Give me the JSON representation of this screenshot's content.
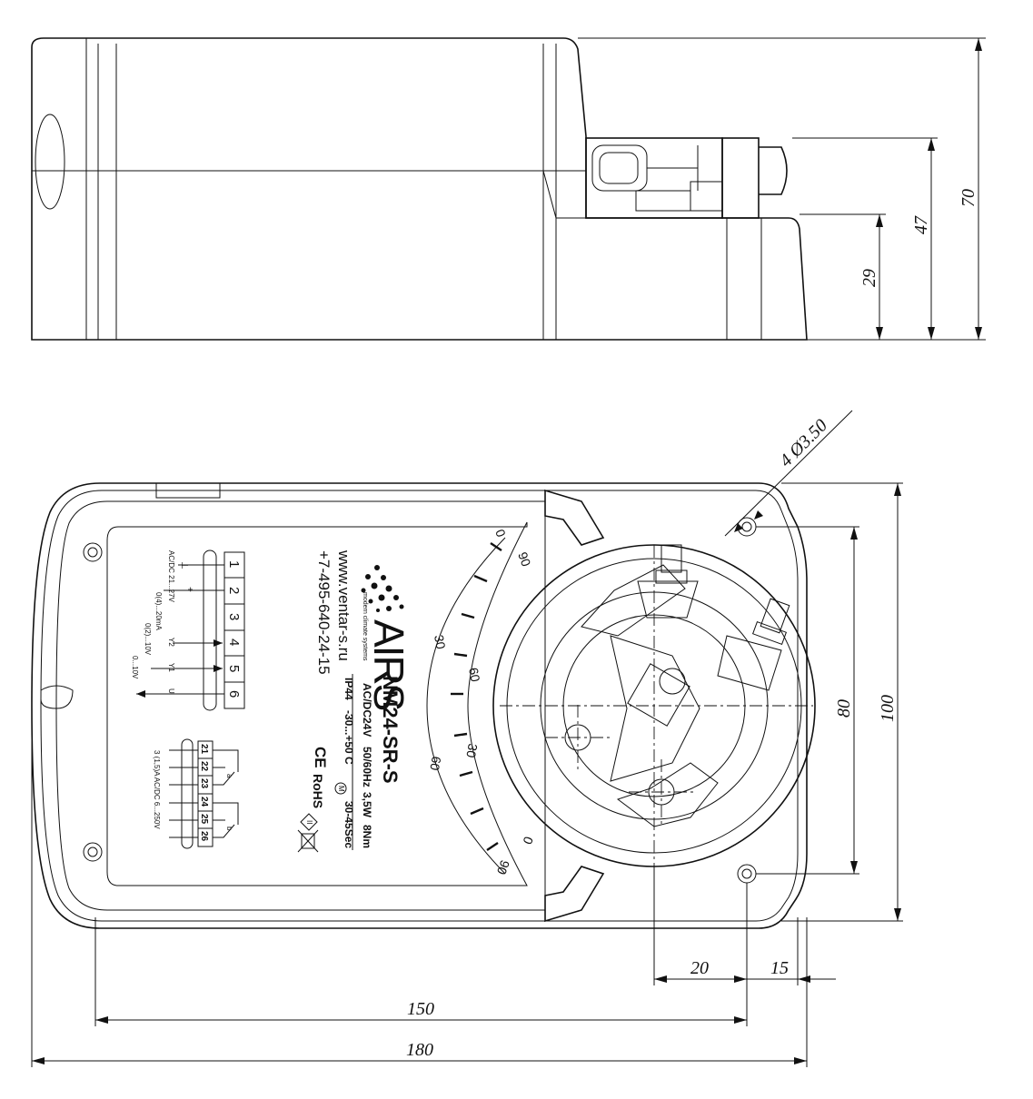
{
  "label": {
    "brand": "AIRS",
    "tagline": "modern climate systems",
    "website": "www.ventar-s.ru",
    "phone": "+7-495-640-24-15",
    "model": "NM24-SR-S",
    "power": "AC/DC24V",
    "frequency": "50/60Hz",
    "wattage": "3,5W",
    "torque": "8Nm",
    "protection": "IP44",
    "temperature": "-30...+50 C",
    "runtime_symbol": "M",
    "runtime": "30-45Sec",
    "ce": "CE",
    "rohs": "RoHS",
    "main_terminals": [
      "1",
      "2",
      "3",
      "4",
      "5",
      "6"
    ],
    "main_wiring_labels": {
      "supply": "AC/DC 21...27V",
      "neutral": "⊥",
      "plus": "+",
      "current_in": "0(4)...20mA",
      "voltage_in": "0(2)...10V",
      "y2": "Y2",
      "y1": "Y1",
      "feedback": "0...10V",
      "u": "U"
    },
    "aux_terminals": [
      "21",
      "22",
      "23",
      "24",
      "25",
      "26"
    ],
    "aux_rating": "3 (1,5)A   AC/DC 6...250V",
    "switch_a": "a",
    "switch_b": "b",
    "scale_marks": [
      "0",
      "90",
      "30",
      "60",
      "60",
      "30",
      "0",
      "90"
    ]
  },
  "dimensions": {
    "overall_height": "70",
    "shaft_height": "47",
    "base_height": "29",
    "hole_callout": "4 Ø3.50",
    "mount_spacing_v": "80",
    "overall_width": "100",
    "shaft_offset": "20",
    "edge_offset": "15",
    "mount_spacing_h": "150",
    "overall_length": "180"
  },
  "colors": {
    "line": "#111111",
    "background": "#ffffff"
  }
}
